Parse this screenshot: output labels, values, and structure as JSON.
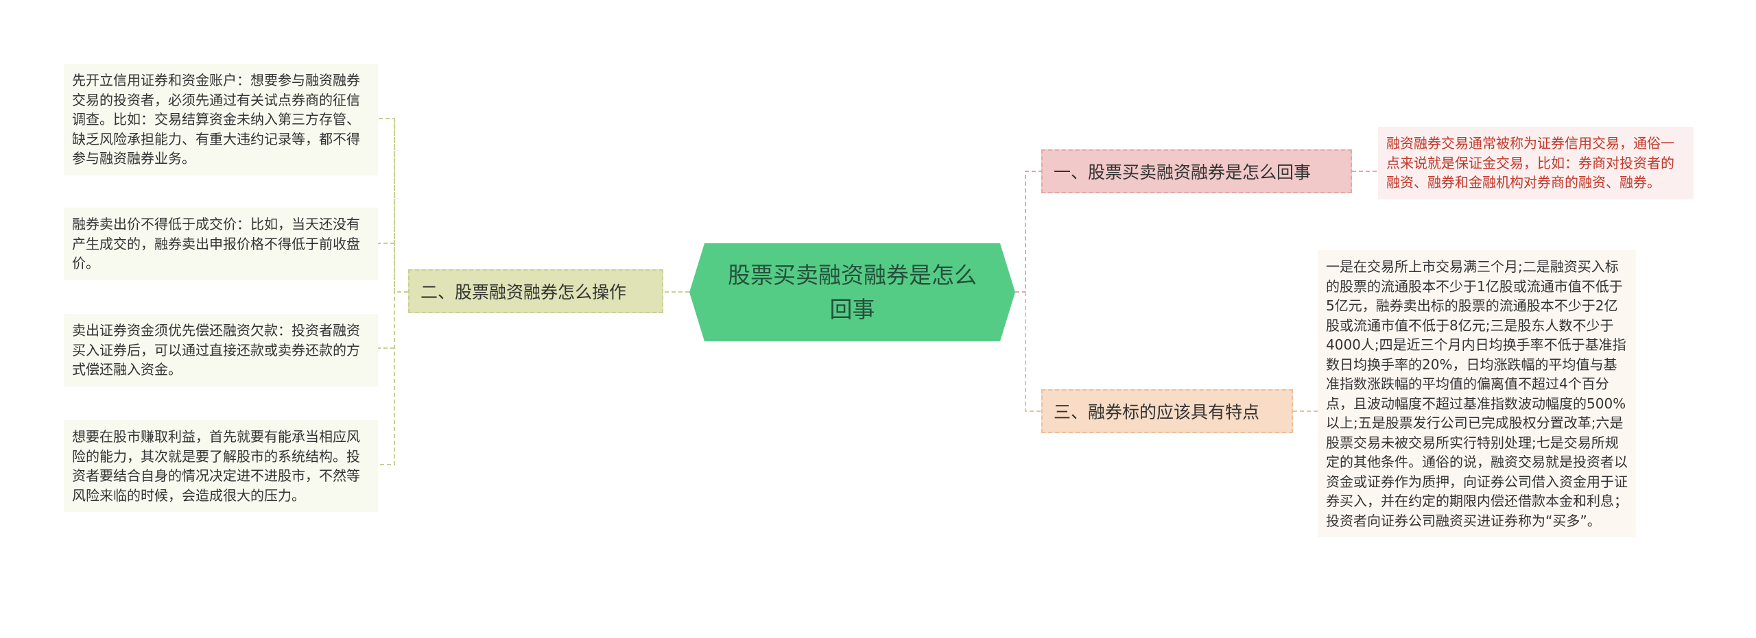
{
  "root": {
    "title": "股票买卖融资融券是怎么回事"
  },
  "branches": [
    {
      "label": "一、股票买卖融资融券是怎么回事",
      "leaves": [
        "融资融券交易通常被称为证券信用交易，通俗一点来说就是保证金交易，比如：券商对投资者的融资、融券和金融机构对券商的融资、融券。"
      ]
    },
    {
      "label": "二、股票融资融券怎么操作",
      "leaves": [
        "先开立信用证券和资金账户：想要参与融资融券交易的投资者，必须先通过有关试点券商的征信调查。比如：交易结算资金未纳入第三方存管、缺乏风险承担能力、有重大违约记录等，都不得参与融资融券业务。",
        "融券卖出价不得低于成交价：比如，当天还没有产生成交的，融券卖出申报价格不得低于前收盘价。",
        "卖出证券资金须优先偿还融资欠款：投资者融资买入证券后，可以通过直接还款或卖券还款的方式偿还融入资金。",
        "想要在股市赚取利益，首先就要有能承当相应风险的能力，其次就是要了解股市的系统结构。投资者要结合自身的情况决定进不进股市，不然等风险来临的时候，会造成很大的压力。"
      ]
    },
    {
      "label": "三、融券标的应该具有特点",
      "leaves": [
        "一是在交易所上市交易满三个月;二是融资买入标的股票的流通股本不少于1亿股或流通市值不低于5亿元，融券卖出标的股票的流通股本不少于2亿股或流通市值不低于8亿元;三是股东人数不少于4000人;四是近三个月内日均换手率不低于基准指数日均换手率的20%，日均涨跌幅的平均值与基准指数涨跌幅的平均值的偏离值不超过4个百分点，且波动幅度不超过基准指数波动幅度的500%以上;五是股票发行公司已完成股权分置改革;六是股票交易未被交易所实行特别处理;七是交易所规定的其他条件。通俗的说，融资交易就是投资者以资金或证券作为质押，向证券公司借入资金用于证券买入，并在约定的期限内偿还借款本金和利息；投资者向证券公司融资买进证券称为“买多”。"
      ]
    }
  ]
}
